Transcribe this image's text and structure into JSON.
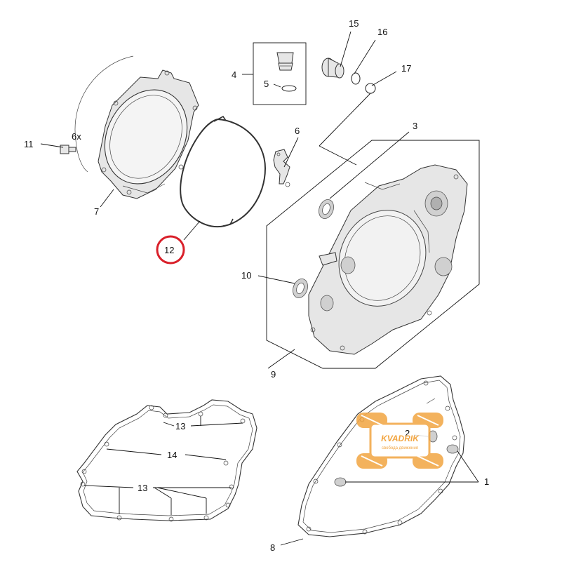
{
  "callouts": {
    "c15": "15",
    "c16": "16",
    "c17": "17",
    "c4": "4",
    "c5": "5",
    "c3": "3",
    "c6": "6",
    "c11": "11",
    "c6x": "6x",
    "c7": "7",
    "c12": "12",
    "c10": "10",
    "c9": "9",
    "c13a": "13",
    "c14": "14",
    "c13b": "13",
    "c2": "2",
    "c1": "1",
    "c8": "8"
  },
  "highlight": {
    "part": "12",
    "color": "#d9202a"
  },
  "watermark": {
    "brand": "KVADRIK",
    "tagline": "свобода движения",
    "color": "#f2a541"
  }
}
